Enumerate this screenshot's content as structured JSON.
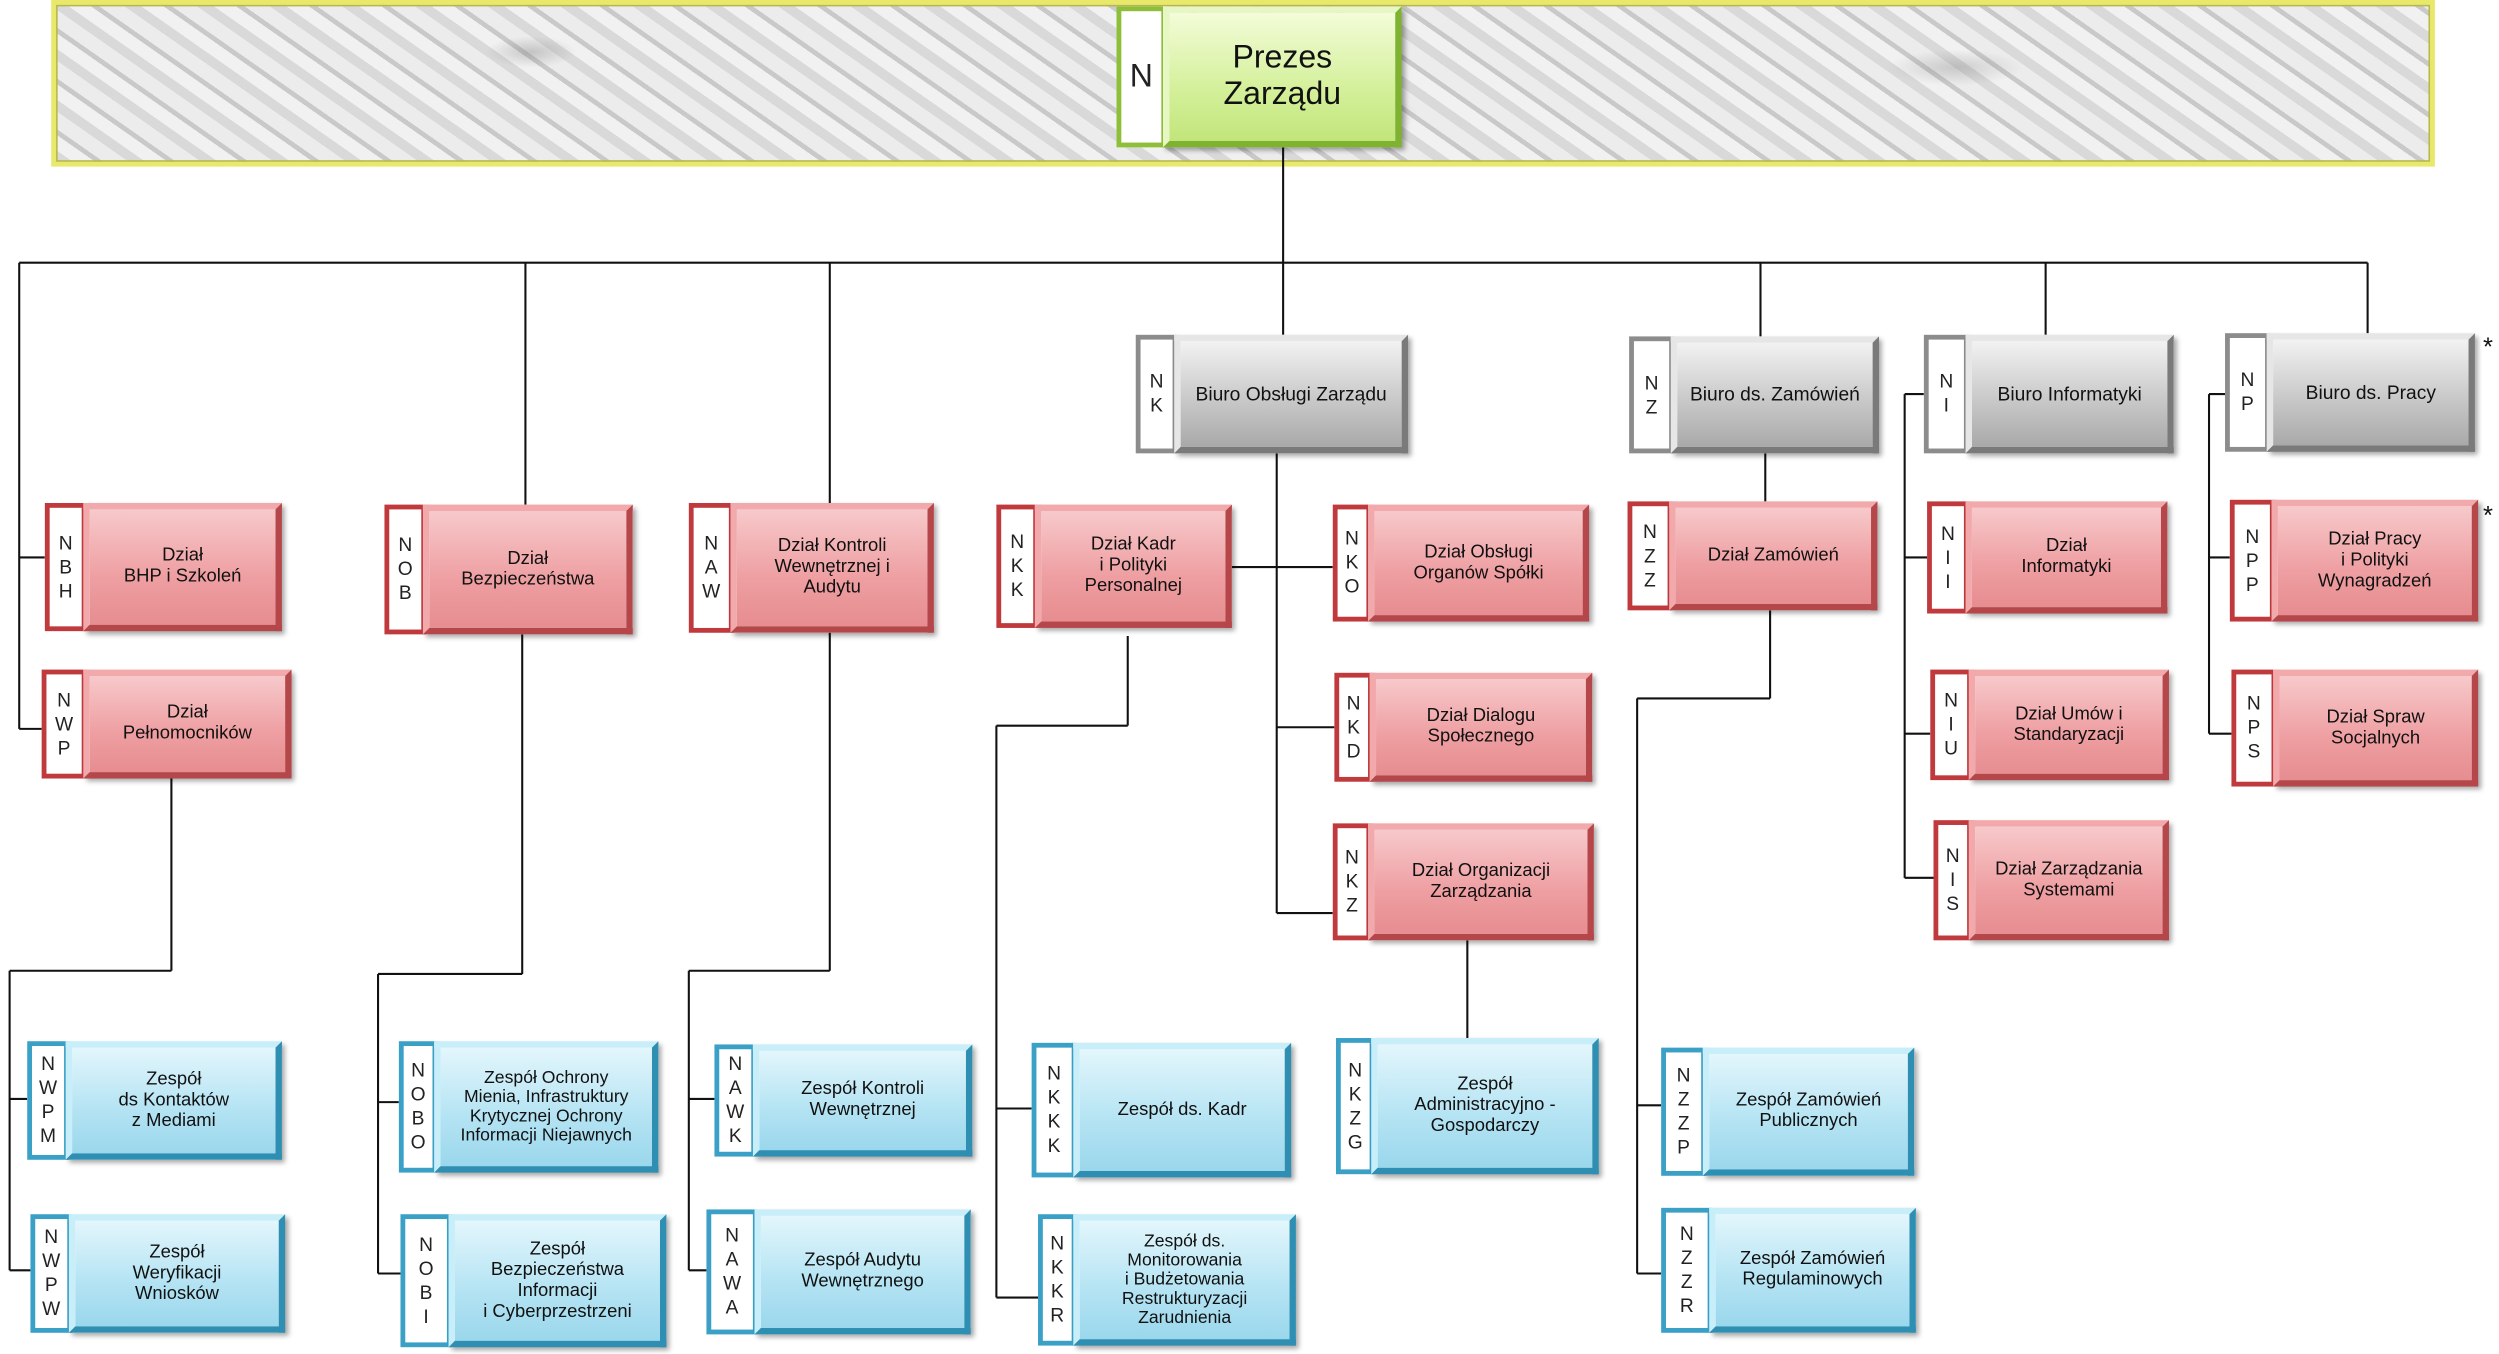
{
  "top": {
    "code": "N",
    "name": "Prezes\nZarządu"
  },
  "offices": [
    {
      "id": "nk",
      "code": "N\nK",
      "name": "Biuro Obsługi Zarządu"
    },
    {
      "id": "nz",
      "code": "N\nZ",
      "name": "Biuro ds. Zamówień"
    },
    {
      "id": "ni",
      "code": "N\nI",
      "name": "Biuro Informatyki"
    },
    {
      "id": "np",
      "code": "N\nP",
      "name": "Biuro ds. Pracy"
    }
  ],
  "departments": [
    {
      "id": "nbh",
      "code": "N\nB\nH",
      "name": "Dział\nBHP i Szkoleń"
    },
    {
      "id": "nwp",
      "code": "N\nW\nP",
      "name": "Dział\nPełnomocników"
    },
    {
      "id": "nob",
      "code": "N\nO\nB",
      "name": "Dział\nBezpieczeństwa"
    },
    {
      "id": "naw",
      "code": "N\nA\nW",
      "name": "Dział Kontroli\nWewnętrznej i\nAudytu"
    },
    {
      "id": "nkk",
      "code": "N\nK\nK",
      "name": "Dział Kadr\ni Polityki\nPersonalnej"
    },
    {
      "id": "nko",
      "code": "N\nK\nO",
      "name": "Dział Obsługi\nOrganów Spółki"
    },
    {
      "id": "nkd",
      "code": "N\nK\nD",
      "name": "Dział Dialogu\nSpołecznego"
    },
    {
      "id": "nkz",
      "code": "N\nK\nZ",
      "name": "Dział Organizacji\nZarządzania"
    },
    {
      "id": "nzz",
      "code": "N\nZ\nZ",
      "name": "Dział Zamówień"
    },
    {
      "id": "nii",
      "code": "N\nI\nI",
      "name": "Dział\nInformatyki"
    },
    {
      "id": "niu",
      "code": "N\nI\nU",
      "name": "Dział Umów i\nStandaryzacji"
    },
    {
      "id": "nis",
      "code": "N\nI\nS",
      "name": "Dział Zarządzania\nSystemami"
    },
    {
      "id": "npp",
      "code": "N\nP\nP",
      "name": "Dział Pracy\ni Polityki\nWynagradzeń"
    },
    {
      "id": "nps",
      "code": "N\nP\nS",
      "name": "Dział Spraw\nSocjalnych"
    }
  ],
  "teams": [
    {
      "id": "nwpm",
      "code": "N\nW\nP\nM",
      "name": "Zespół\nds Kontaktów\nz Mediami"
    },
    {
      "id": "nwpw",
      "code": "N\nW\nP\nW",
      "name": "Zespół\nWeryfikacji\nWniosków"
    },
    {
      "id": "nobo",
      "code": "N\nO\nB\nO",
      "name": "Zespół Ochrony\nMienia, Infrastruktury\nKrytycznej  Ochrony\nInformacji Niejawnych"
    },
    {
      "id": "nobi",
      "code": "N\nO\nB\nI",
      "name": "Zespół\nBezpieczeństwa\nInformacji\ni Cyberprzestrzeni"
    },
    {
      "id": "nawk",
      "code": "N\nA\nW\nK",
      "name": "Zespół  Kontroli\nWewnętrznej"
    },
    {
      "id": "nawa",
      "code": "N\nA\nW\nA",
      "name": "Zespół Audytu\nWewnętrznego"
    },
    {
      "id": "nkkk",
      "code": "N\nK\nK\nK",
      "name": "Zespół ds. Kadr"
    },
    {
      "id": "nkkr",
      "code": "N\nK\nK\nR",
      "name": "Zespół ds.\nMonitorowania\ni Budżetowania\nRestrukturyzacji\nZarudnienia"
    },
    {
      "id": "nkzg",
      "code": "N\nK\nZ\nG",
      "name": "Zespół\nAdministracyjno -\nGospodarczy"
    },
    {
      "id": "nzzp",
      "code": "N\nZ\nZ\nP",
      "name": "Zespół Zamówień\nPublicznych"
    },
    {
      "id": "nzzr",
      "code": "N\nZ\nZ\nR",
      "name": "Zespół Zamówień\nRegulaminowych"
    }
  ],
  "marks": {
    "asterisk": "*"
  },
  "colors": {
    "department": "#ee9ea1",
    "team": "#b3e3f3",
    "office": "#c9c9c9",
    "top": "#d4f09a",
    "frame": "#e8e86a"
  }
}
